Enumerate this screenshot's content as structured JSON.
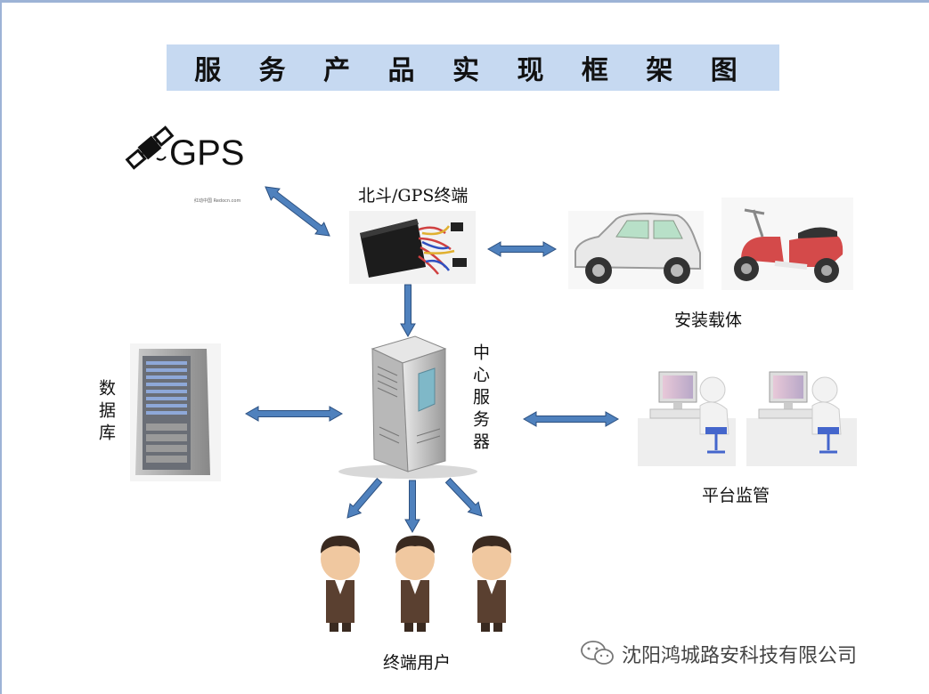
{
  "title": "服 务 产 品 实 现 框 架 图",
  "nodes": {
    "gps": {
      "label": "GPS",
      "tiny_caption": "红动中国 Redocn.com"
    },
    "terminal": {
      "label": "北斗/GPS终端"
    },
    "carriers": {
      "label": "安装载体"
    },
    "server": {
      "label": "中心服务器"
    },
    "database": {
      "label": "数据库"
    },
    "platform": {
      "label": "平台监管"
    },
    "users": {
      "label": "终端用户"
    }
  },
  "watermark": "沈阳鸿城路安科技有限公司",
  "colors": {
    "title_bg": "#c6d9f1",
    "arrow": "#4f81bd",
    "arrow_stroke": "#2c5080"
  }
}
